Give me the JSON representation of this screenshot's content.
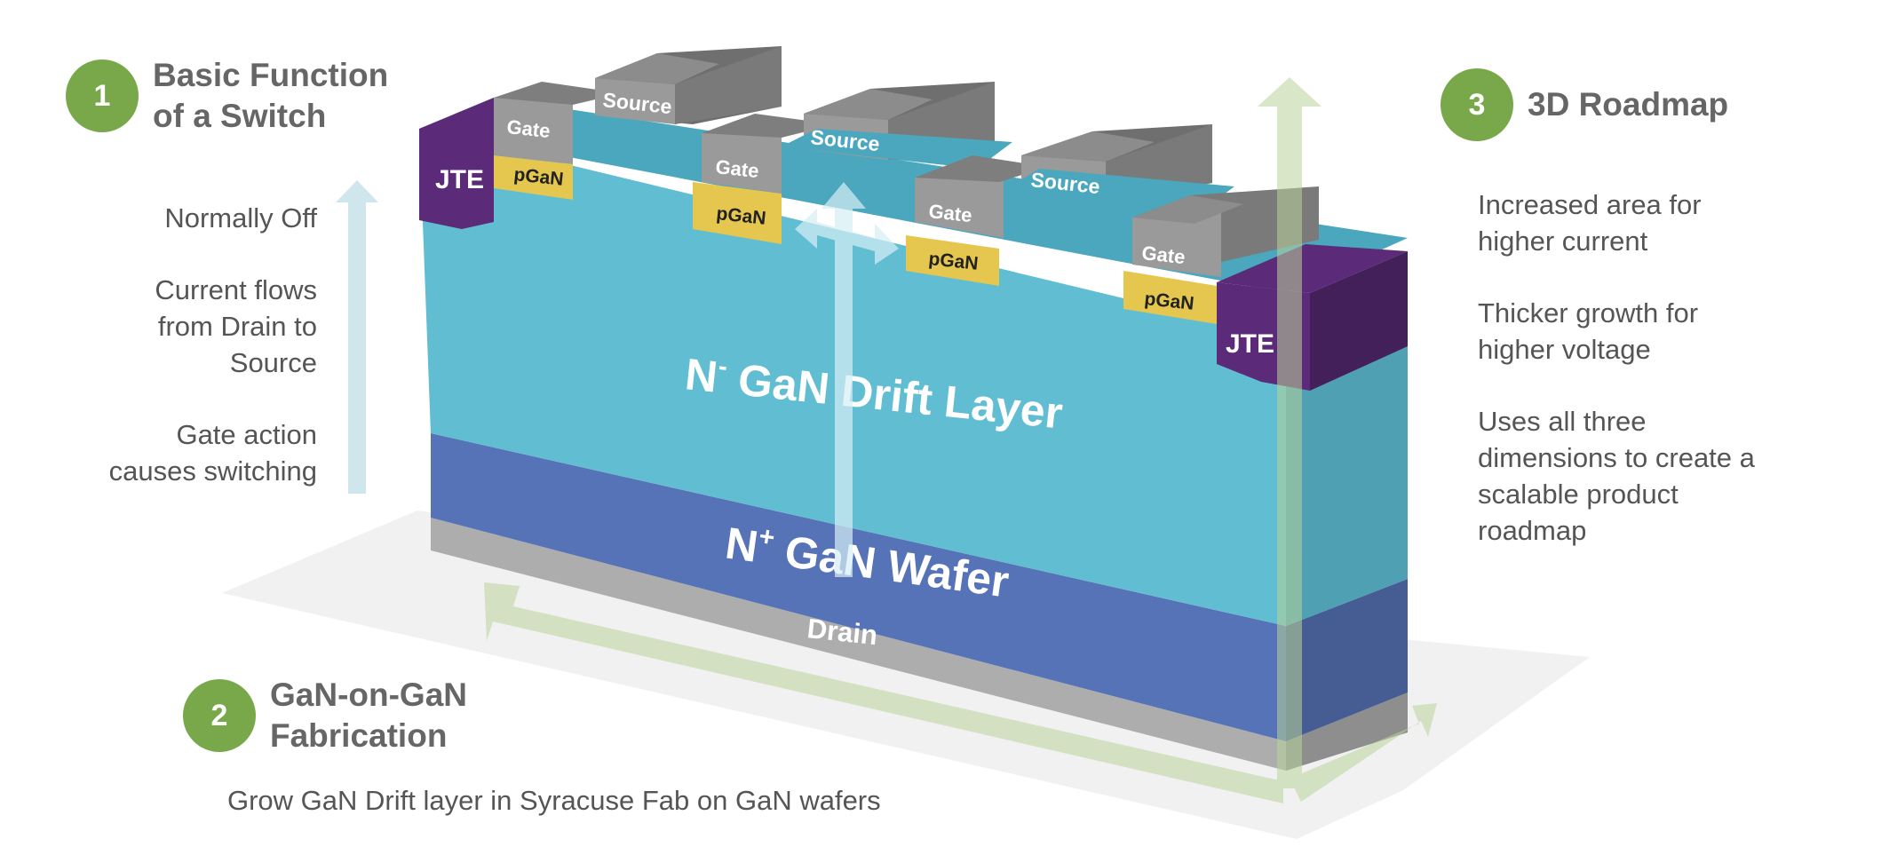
{
  "sections": {
    "basic": {
      "number": "1",
      "title_lines": [
        "Basic Function",
        "of a Switch"
      ],
      "notes": [
        [
          "Normally Off"
        ],
        [
          "Current flows",
          "from Drain to",
          "Source"
        ],
        [
          "Gate action",
          "causes switching"
        ]
      ]
    },
    "fab": {
      "number": "2",
      "title_lines": [
        "GaN-on-GaN",
        "Fabrication"
      ],
      "note": "Grow GaN Drift layer in Syracuse Fab on GaN wafers"
    },
    "roadmap": {
      "number": "3",
      "title_lines": [
        "3D Roadmap"
      ],
      "notes": [
        [
          "Increased area for",
          "higher current"
        ],
        [
          "Thicker growth for",
          "higher voltage"
        ],
        [
          "Uses all three",
          "dimensions to create a",
          "scalable product",
          "roadmap"
        ]
      ]
    }
  },
  "device": {
    "drift_layer": {
      "prefix": "N",
      "superscript": "-",
      "text": " GaN Drift Layer"
    },
    "wafer": {
      "prefix": "N",
      "superscript": "+",
      "text": " GaN Wafer"
    },
    "drain": "Drain",
    "jte_label": "JTE",
    "gate_label": "Gate",
    "source_label": "Source",
    "pgan_label": "pGaN"
  },
  "colors": {
    "accent_green": "#79a84a",
    "drift_cyan": "#5fbcd0",
    "wafer_blue": "#5573b6",
    "drain_gray": "#adadad",
    "jte_purple": "#5b2a78",
    "pgan_yellow": "#e5c64e",
    "metal_gray": "#8a8a8a"
  }
}
